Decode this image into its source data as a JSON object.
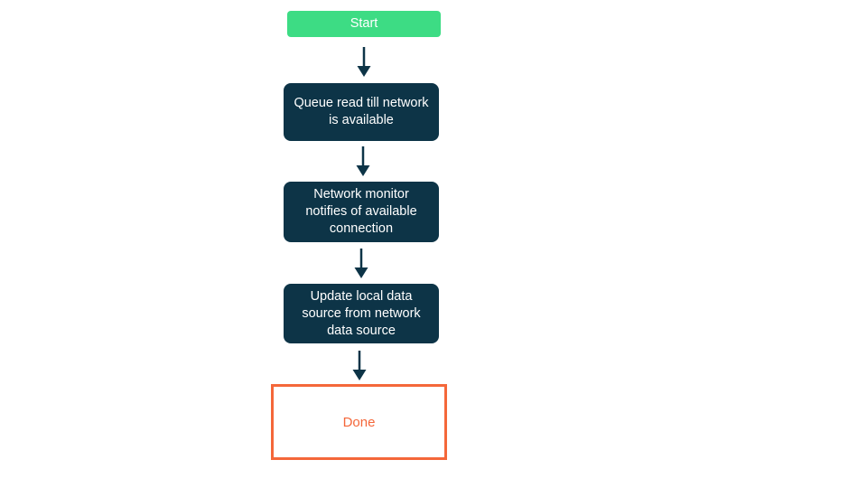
{
  "colors": {
    "background": "#ffffff",
    "start_fill": "#3ddc84",
    "process_fill": "#0d3447",
    "node_text": "#ffffff",
    "arrow": "#0d3447",
    "done_border": "#f4673a",
    "done_text": "#f4673a"
  },
  "flowchart": {
    "nodes": [
      {
        "id": "start",
        "type": "start",
        "label": "Start"
      },
      {
        "id": "queue-read",
        "type": "process",
        "label": "Queue read till network is available"
      },
      {
        "id": "network-monitor",
        "type": "process",
        "label": "Network monitor notifies of available connection"
      },
      {
        "id": "update-local",
        "type": "process",
        "label": "Update local data source from network data source"
      },
      {
        "id": "done",
        "type": "end",
        "label": "Done"
      }
    ],
    "edges": [
      {
        "from": "start",
        "to": "queue-read"
      },
      {
        "from": "queue-read",
        "to": "network-monitor"
      },
      {
        "from": "network-monitor",
        "to": "update-local"
      },
      {
        "from": "update-local",
        "to": "done"
      }
    ]
  }
}
